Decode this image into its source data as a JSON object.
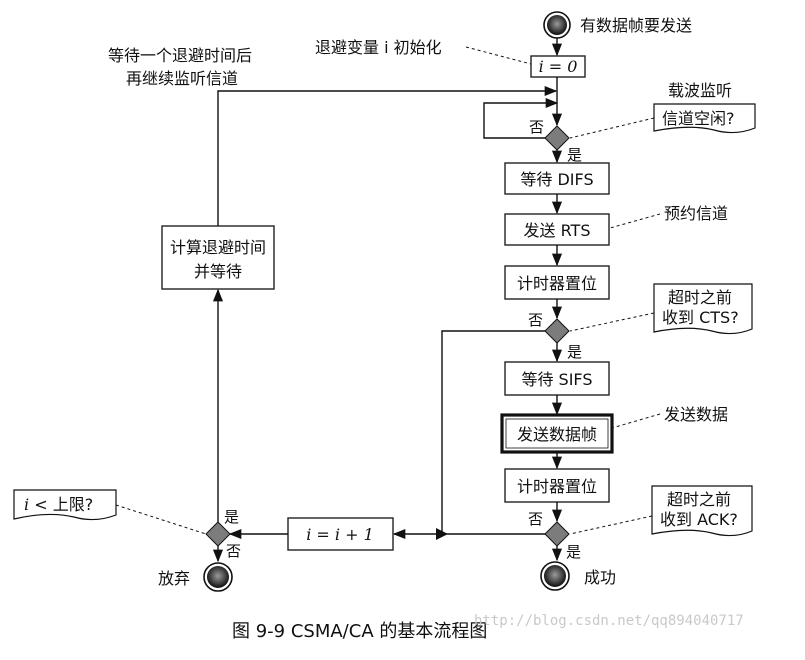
{
  "start_label": "有数据帧要发送",
  "init_note": "退避变量 i 初始化",
  "backoff_note": "等待一个退避时间后再继续监听信道",
  "nodes": {
    "i_init": "i = 0",
    "carrier_q": "信道空闲?",
    "wait_difs": "等待 DIFS",
    "send_rts": "发送 RTS",
    "timer1": "计时器置位",
    "cts_q": "超时之前收到 CTS?",
    "wait_sifs": "等待 SIFS",
    "send_data": "发送数据帧",
    "timer2": "计时器置位",
    "ack_q": "超时之前收到 ACK?",
    "increment": "i = i + 1",
    "limit_q": "i < 上限?",
    "backoff": "计算退避时间并等待",
    "success": "成功",
    "abort": "放弃"
  },
  "annotations": {
    "carrier_sense": "载波监听",
    "reserve_channel": "预约信道",
    "send_data": "发送数据"
  },
  "branch_labels": {
    "yes": "是",
    "no": "否"
  },
  "caption": "图 9-9    CSMA/CA 的基本流程图",
  "watermark": "http://blog.csdn.net/qq894040717"
}
